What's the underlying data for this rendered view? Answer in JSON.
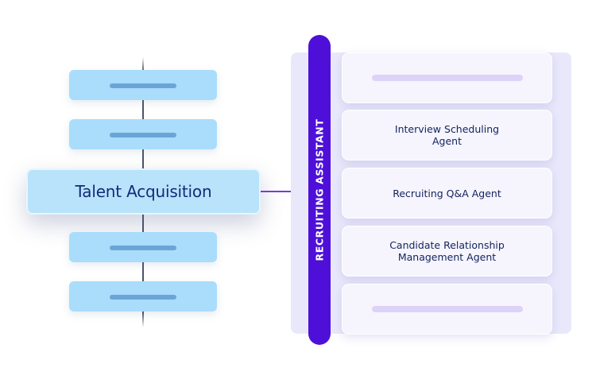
{
  "left_column": {
    "title": "Talent Acquisition",
    "placeholder_items_above": 2,
    "placeholder_items_below": 2
  },
  "assistant": {
    "label": "RECRUITING ASSISTANT"
  },
  "agents": [
    {
      "label": ""
    },
    {
      "label": "Interview Scheduling\nAgent"
    },
    {
      "label": "Recruiting Q&A Agent"
    },
    {
      "label": "Candidate Relationship\nManagement Agent"
    },
    {
      "label": ""
    }
  ],
  "colors": {
    "side_box": "#a9ddfb",
    "main_box": "#b9e3fb",
    "assistant_pill": "#4e10d8",
    "panel": "#e9e8fb",
    "connector": "#7a3ad8"
  }
}
